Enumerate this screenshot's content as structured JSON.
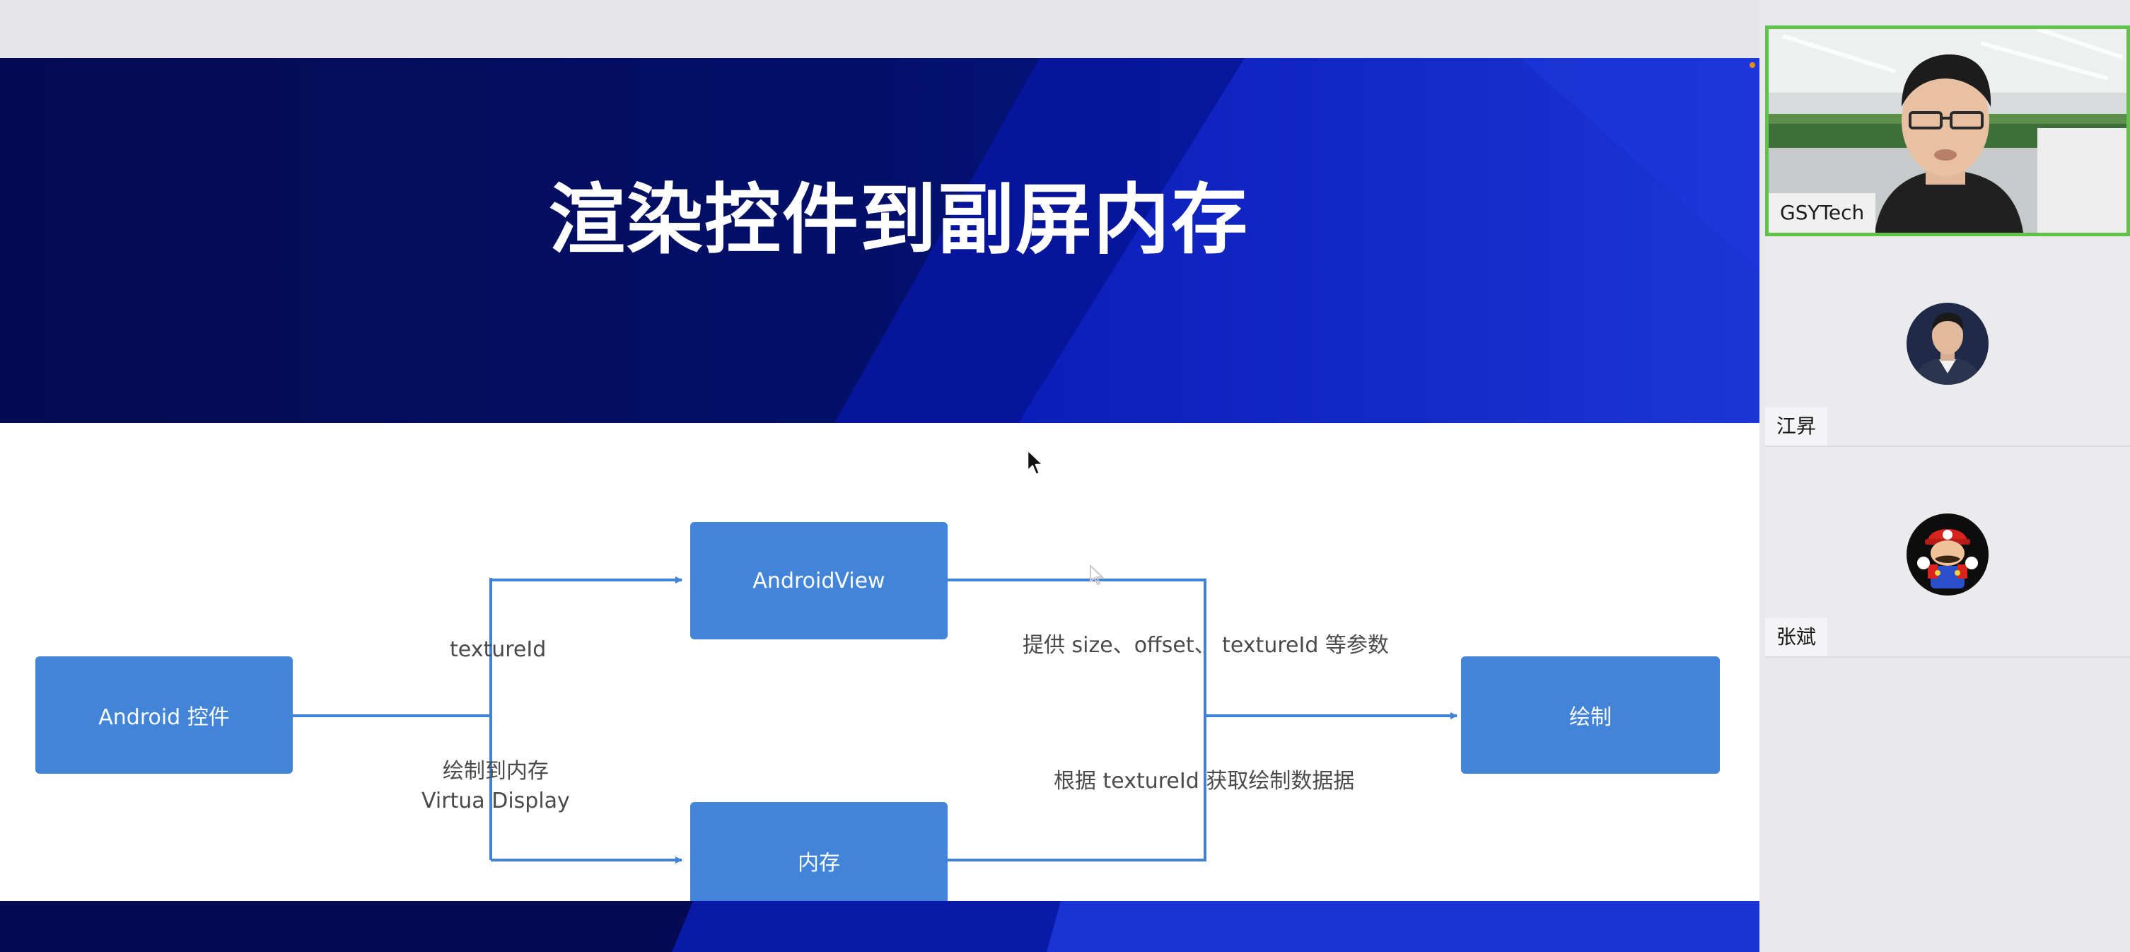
{
  "slide": {
    "title": "渲染控件到副屏内存",
    "diagram": {
      "nodes": {
        "android_widget": "Android 控件",
        "android_view": "AndroidView",
        "memory": "内存",
        "draw": "绘制"
      },
      "labels": {
        "texture_id": "textureId",
        "draw_to_memory_line1": "绘制到内存",
        "draw_to_memory_line2": "Virtua Display",
        "provide_params": "提供 size、offset、 textureId 等参数",
        "fetch_by_texture": "根据 textureId   获取绘制数据据"
      }
    }
  },
  "participants": [
    {
      "name": "GSYTech",
      "video": true
    },
    {
      "name": "江昇",
      "video": false
    },
    {
      "name": "张斌",
      "video": false
    }
  ],
  "colors": {
    "slide_navy": "#020d57",
    "slide_blue": "#1530d8",
    "node_blue": "#4284d8",
    "arrow_blue": "#3f82d6",
    "speaking_border": "#5fc34a",
    "indicator_orange": "#e88a1a"
  },
  "icons": {
    "cursor": "mouse-pointer-icon",
    "ghost_cursor": "ghost-pointer-icon"
  }
}
